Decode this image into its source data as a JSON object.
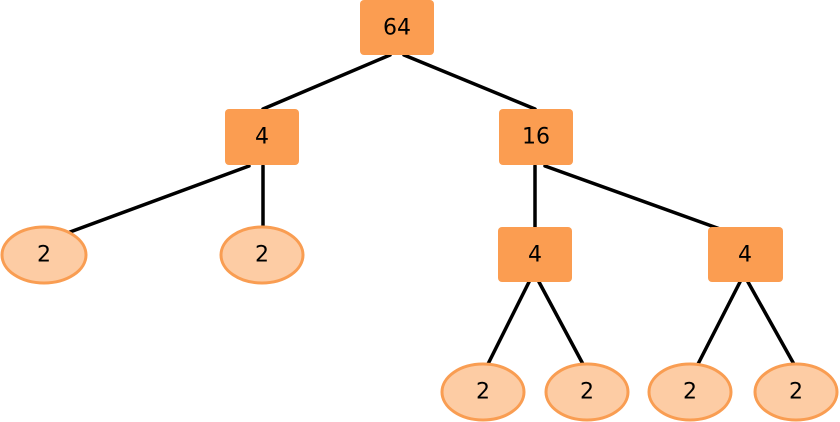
{
  "colors": {
    "composite_fill": "#fb9d51",
    "prime_fill": "#fdcca4",
    "prime_stroke": "#f99d52",
    "edge": "#000000"
  },
  "tree": {
    "root": "64",
    "left": {
      "value": "4",
      "left_prime": "2",
      "right_prime": "2"
    },
    "right": {
      "value": "16",
      "left": {
        "value": "4",
        "left_prime": "2",
        "right_prime": "2"
      },
      "right": {
        "value": "4",
        "left_prime": "2",
        "right_prime": "2"
      }
    }
  }
}
